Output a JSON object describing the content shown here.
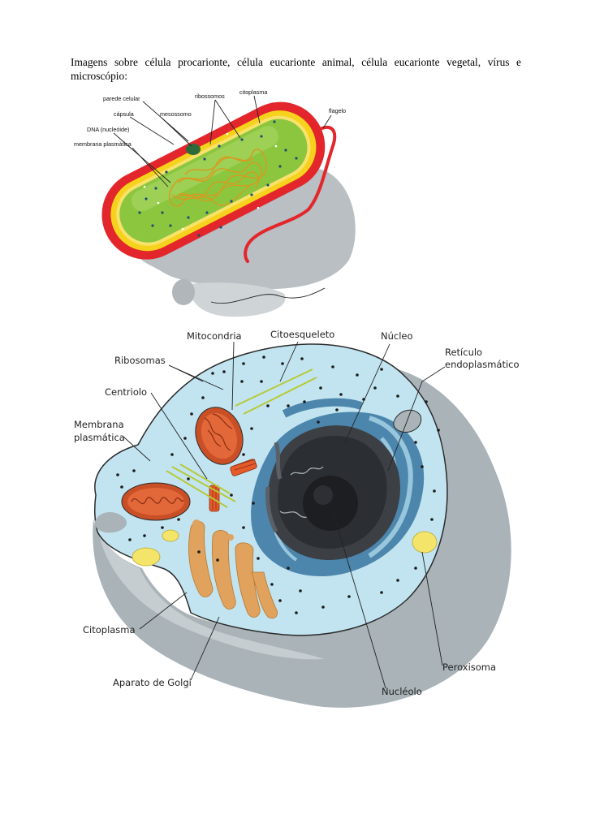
{
  "intro_text": "Imagens sobre célula procarionte, célula eucarionte animal, célula eucarionte vegetal, vírus e microscópio:",
  "prokaryote": {
    "labels": {
      "parede_celular": "parede celular",
      "ribossomos": "ribossomos",
      "citoplasma": "citoplasma",
      "capsula": "cápsula",
      "mesossomo": "mesossomo",
      "flagelo": "flagelo",
      "dna": "DNA (nucleóide)",
      "membrana": "membrana plasmática"
    }
  },
  "animal_cell": {
    "labels": {
      "mitocondria": "Mitocondria",
      "citoesqueleto": "Citoesqueleto",
      "nucleo": "Núcleo",
      "reticulo_1": "Retículo",
      "reticulo_2": "endoplasmático",
      "ribosomas": "Ribosomas",
      "centriolo": "Centriolo",
      "membrana_1": "Membrana",
      "membrana_2": "plasmática",
      "citoplasma": "Citoplasma",
      "aparato_golgi": "Aparato de Golgi",
      "peroxisoma": "Peroxisoma",
      "nucleolo": "Nucléolo"
    }
  },
  "colors": {
    "capsule_red": "#e3262b",
    "wall_yellow": "#f6d21c",
    "cytoplasm_green": "#8cc63f",
    "cell_cyan": "#c2e4f0",
    "shadow_gray": "#a9b3b8",
    "nucleus_dark": "#2f3338",
    "mito_orange": "#e2683a",
    "golgi_orange": "#e0a25d",
    "peroxisome_yellow": "#f4e56a"
  }
}
